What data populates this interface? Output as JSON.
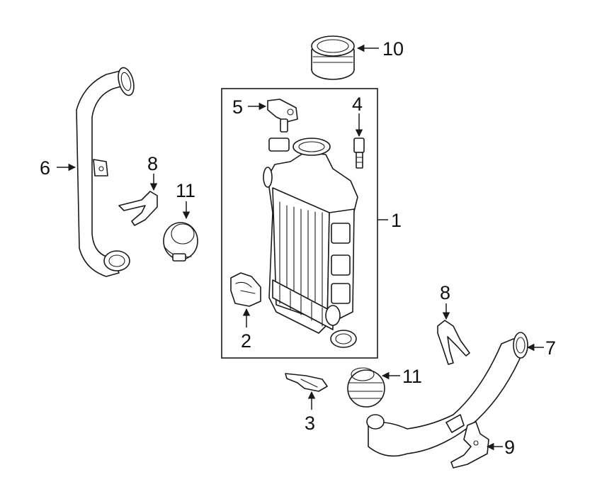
{
  "callouts": {
    "c1": "1",
    "c2": "2",
    "c3": "3",
    "c4": "4",
    "c5": "5",
    "c6": "6",
    "c7": "7",
    "c8a": "8",
    "c8b": "8",
    "c9": "9",
    "c10": "10",
    "c11a": "11",
    "c11b": "11"
  },
  "colors": {
    "line": "#1a1a1a",
    "background": "#ffffff"
  }
}
